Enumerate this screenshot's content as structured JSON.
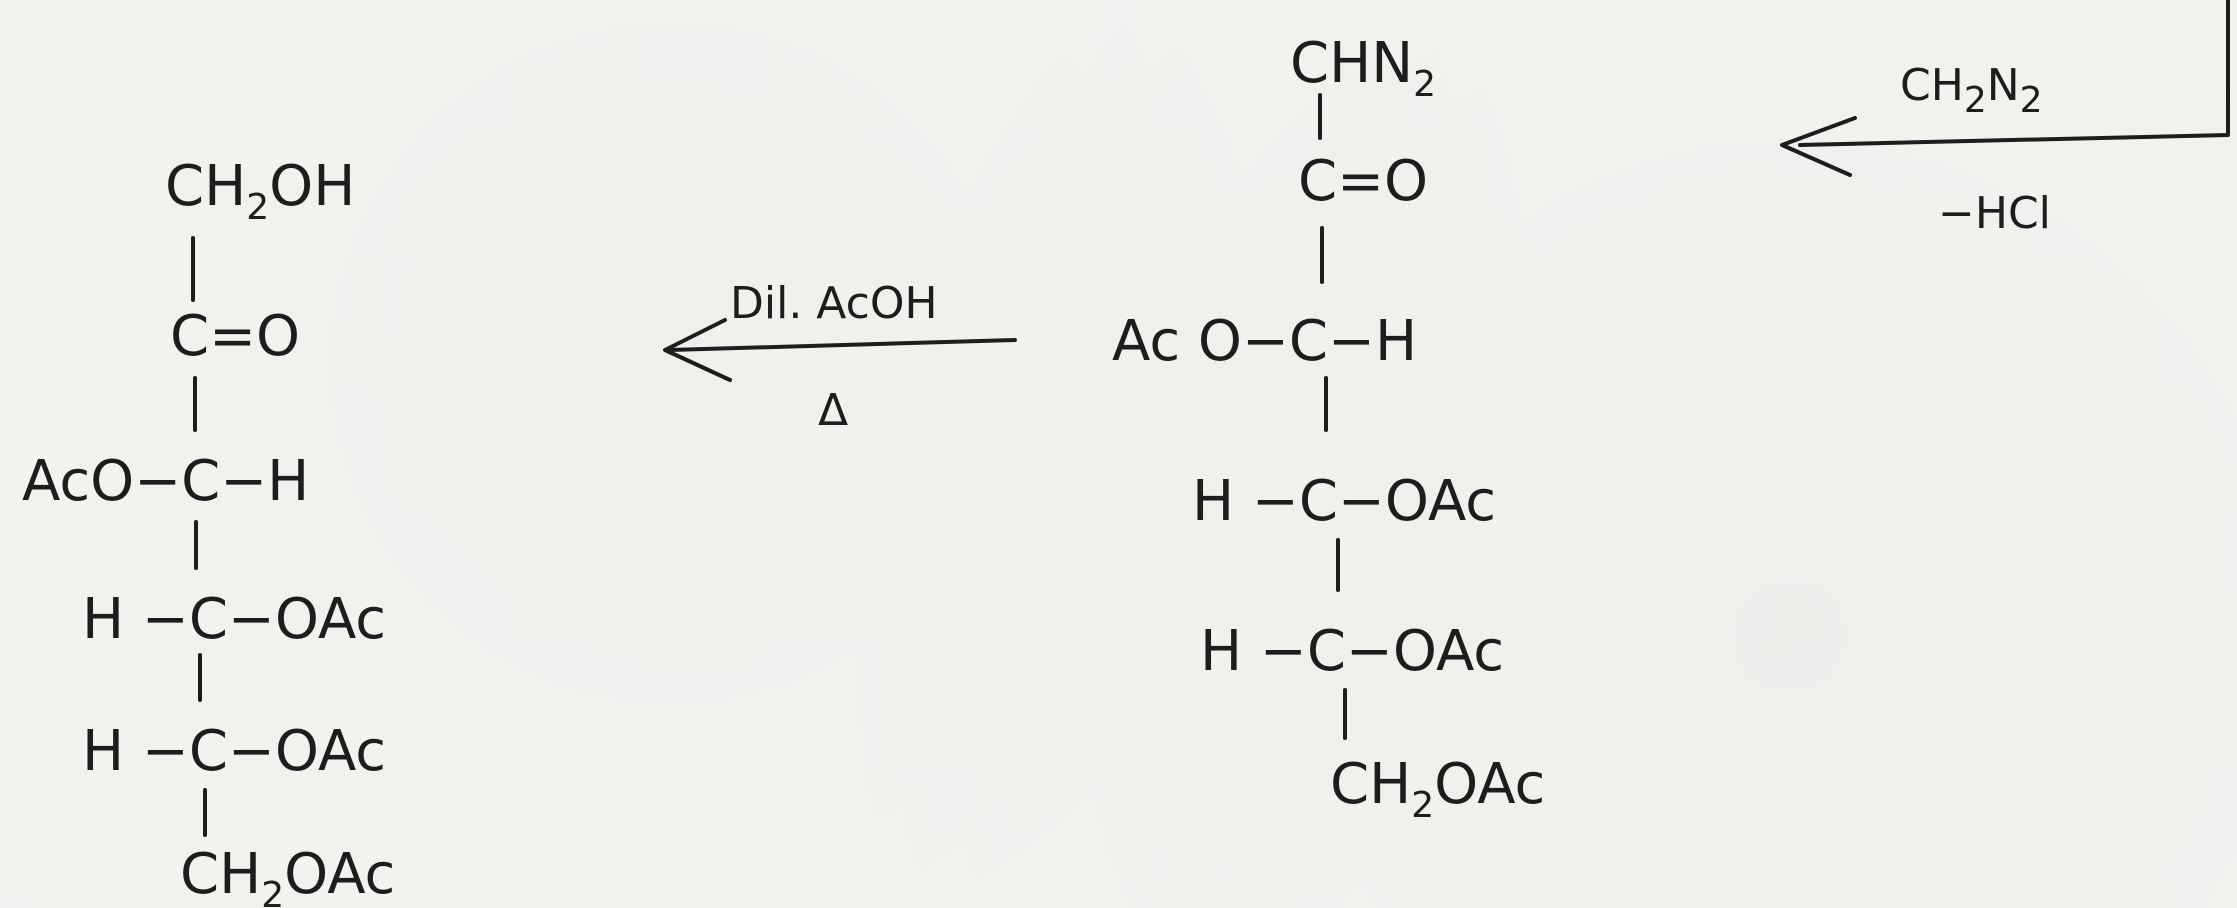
{
  "product": {
    "ch2oh": {
      "base": "CH",
      "sub": "2",
      "rest": "OH"
    },
    "co": "C=O",
    "c3": "AcO−C−H",
    "c4": "H −C−OAc",
    "c5": "H −C−OAc",
    "ch2oac": {
      "base": "CH",
      "sub": "2",
      "rest": "OAc"
    }
  },
  "arrow1": {
    "reagent": "Dil. AcOH",
    "condition": "Δ"
  },
  "intermediate": {
    "chn2": {
      "base": "CHN",
      "sub": "2"
    },
    "co": "C=O",
    "c3": "Ac O−C−H",
    "c4": "H −C−OAc",
    "c5": "H −C−OAc",
    "ch2oac": {
      "base": "CH",
      "sub": "2",
      "rest": "OAc"
    }
  },
  "arrow2": {
    "reagent": {
      "a": "CH",
      "a_sub": "2",
      "b": "N",
      "b_sub": "2"
    },
    "condition": "−HCl"
  }
}
